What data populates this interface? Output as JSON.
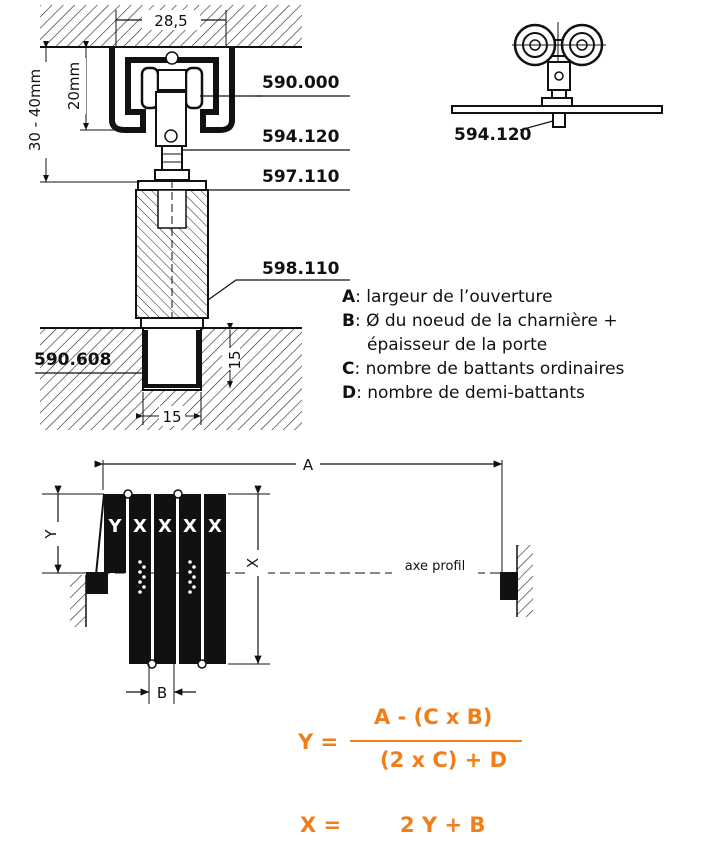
{
  "dimensions": {
    "top_width": "28,5",
    "height_range": "30 - 40mm",
    "height_inner": "20mm",
    "slot_height": "15",
    "slot_width": "15"
  },
  "part_numbers": {
    "carriage": "590.000",
    "bolt": "594.120",
    "bolt_side": "594.120",
    "washer": "597.110",
    "door": "598.110",
    "floor_guide": "590.608"
  },
  "legend": [
    {
      "letter": "A",
      "text": ": largeur de l’ouverture"
    },
    {
      "letter": "B",
      "text": ": Ø du noeud de la charnière +",
      "continuation": "épaisseur de la porte"
    },
    {
      "letter": "C",
      "text": ": nombre de battants ordinaires"
    },
    {
      "letter": "D",
      "text": ": nombre de demi-battants"
    }
  ],
  "plan": {
    "a_label": "A",
    "y_label": "Y",
    "x_label": "X",
    "b_label": "B",
    "axis_label": "axe profil",
    "panel_labels": [
      "Y",
      "X",
      "X",
      "X",
      "X"
    ]
  },
  "formulas": {
    "y_lhs": "Y =",
    "y_numerator": "A - (C x B)",
    "y_denominator": "(2 x C) + D",
    "x_lhs": "X =",
    "x_rhs": "2 Y + B"
  },
  "colors": {
    "formula": "#f07e1a",
    "ink": "#111111"
  }
}
